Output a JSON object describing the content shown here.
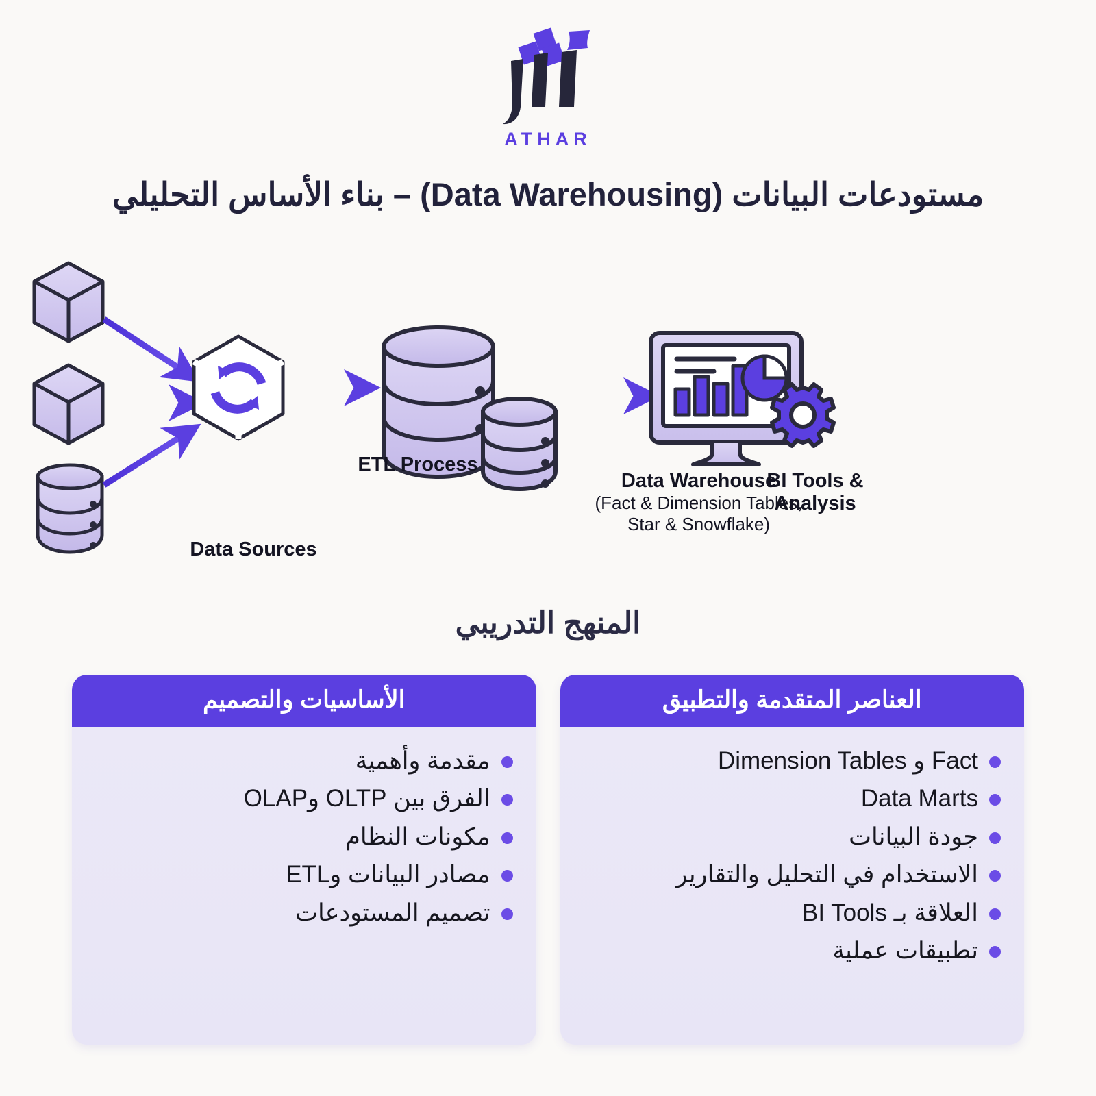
{
  "brand": {
    "name": "ATHAR",
    "mark_icon": "athar-logo-icon",
    "accent_color": "#5B3FE0",
    "dark_color": "#26263A"
  },
  "title": "مستودعات البيانات (Data Warehousing) – بناء الأساس التحليلي",
  "diagram": {
    "nodes": [
      {
        "id": "data-sources",
        "label_line1": "Data Sources",
        "label_line2": "",
        "icons": [
          "cube-icon",
          "cube-icon",
          "database-cylinder-icon"
        ]
      },
      {
        "id": "etl-process",
        "label_line1": "ETL Process",
        "label_line2": "",
        "icons": [
          "hexagon-refresh-icon"
        ]
      },
      {
        "id": "data-warehouse",
        "label_line1": "Data Warehouse",
        "label_line2": "(Fact & Dimension Tables,",
        "label_line3": "Star & Snowflake)",
        "icons": [
          "database-stack-icon",
          "database-small-icon"
        ]
      },
      {
        "id": "bi-tools",
        "label_line1": "BI Tools &",
        "label_line2": "Analysis",
        "icons": [
          "monitor-dashboard-icon",
          "gear-icon"
        ]
      }
    ],
    "arrow_color": "#5B3FE0",
    "shape_fill": "#CFC6EE",
    "shape_stroke": "#2A2A3C"
  },
  "section_heading": "المنهج التدريبي",
  "cards": [
    {
      "id": "fundamentals",
      "header": "الأساسيات والتصميم",
      "items": [
        "مقدمة وأهمية",
        "الفرق بين OLTP وOLAP",
        "مكونات النظام",
        "مصادر البيانات وETL",
        "تصميم المستودعات"
      ]
    },
    {
      "id": "advanced",
      "header": "العناصر المتقدمة والتطبيق",
      "items": [
        "Fact و Dimension Tables",
        "Data Marts",
        "جودة البيانات",
        "الاستخدام في التحليل والتقارير",
        "العلاقة بـ BI Tools",
        "تطبيقات عملية"
      ]
    }
  ],
  "colors": {
    "background": "#FAF9F7",
    "accent": "#5B3FE0",
    "bullet": "#6B4CE6",
    "card_body": "#EBE8F7",
    "text_dark": "#16161E"
  }
}
